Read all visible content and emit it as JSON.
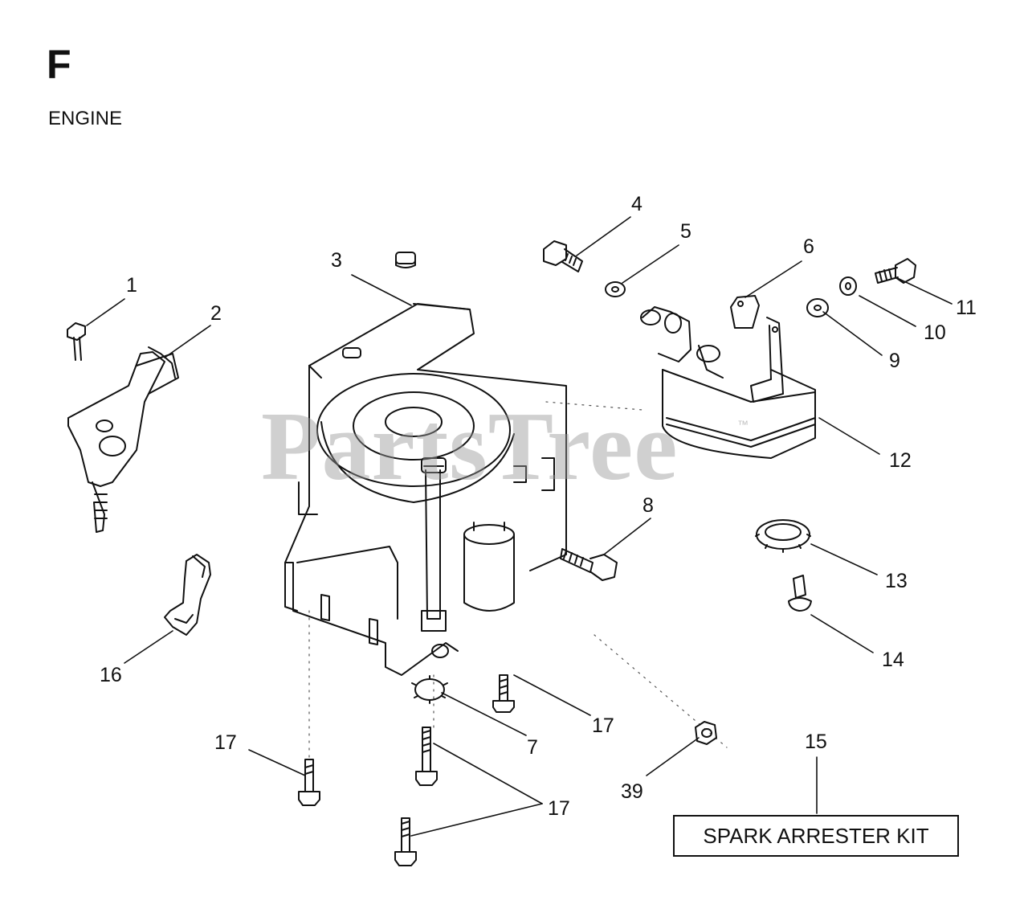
{
  "header": {
    "section_letter": "F",
    "section_title": "ENGINE"
  },
  "kit_label": "SPARK ARRESTER KIT",
  "watermark": {
    "text": "PartsTree",
    "tm": "™"
  },
  "callouts": {
    "c1": "1",
    "c2": "2",
    "c3": "3",
    "c4": "4",
    "c5": "5",
    "c6": "6",
    "c7": "7",
    "c8": "8",
    "c9": "9",
    "c10": "10",
    "c11": "11",
    "c12": "12",
    "c13": "13",
    "c14": "14",
    "c15": "15",
    "c16": "16",
    "c17a": "17",
    "c17b": "17",
    "c17c": "17",
    "c39": "39"
  },
  "colors": {
    "ink": "#111111",
    "watermark": "#969696",
    "background": "#ffffff"
  }
}
